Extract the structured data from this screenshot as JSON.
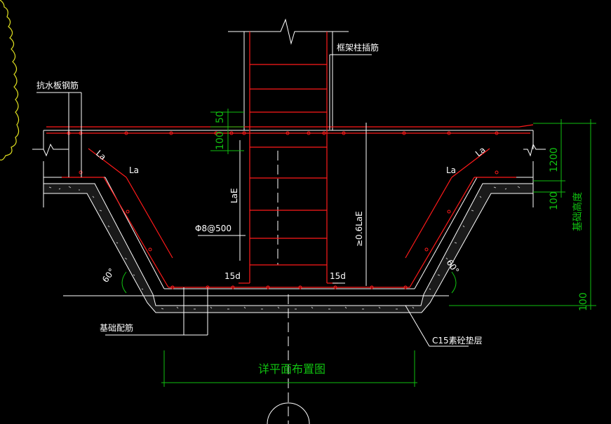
{
  "labels": {
    "column_rebar": "框架柱插筋",
    "waterproof_rebar": "抗水板钢筋",
    "stirrup": "Φ8@500",
    "laE": "LaE",
    "anchor": "≥0.6LaE",
    "la_left": "La",
    "la_right": "La",
    "la_diag_left": "La",
    "la_diag_right": "La",
    "hook_left": "15d",
    "hook_right": "15d",
    "angle_left": "60°",
    "angle_right": "60°",
    "base_rebar": "基础配筋",
    "cushion": "C15素砼垫层",
    "title": "详平面布置图"
  },
  "dimensions": {
    "d50": "50",
    "d100_top": "100",
    "d1200": "1200",
    "d100_right": "100",
    "found_height": "基础高度",
    "d100_bottom": "100"
  },
  "colors": {
    "background": "#000000",
    "lines": "#ffffff",
    "rebar": "#ff1a1a",
    "dimension": "#10c010",
    "cloud": "#e0e020"
  }
}
